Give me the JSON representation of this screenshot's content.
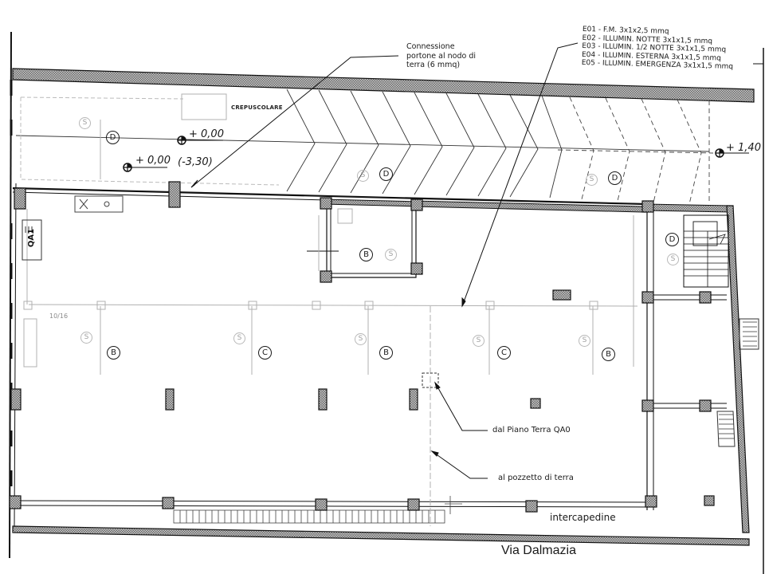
{
  "drawing": {
    "type": "electrical floor plan",
    "street_label": "Via Dalmazia",
    "cavity_label": "intercapedine",
    "twilight_sensor_label": "CREPUSCOLARE",
    "panel_label": "QA1",
    "breaker_label": "10/16",
    "colors": {
      "ink": "#1a1a1a",
      "wall_hatch": "#9a9a9a",
      "faint_lines": "#b8b8b8",
      "paper": "#ffffff"
    }
  },
  "legend": {
    "items": [
      {
        "code": "E01",
        "text": "E01 - F.M. 3x1x2,5 mmq"
      },
      {
        "code": "E02",
        "text": "E02 - ILLUMIN. NOTTE 3x1x1,5 mmq"
      },
      {
        "code": "E03",
        "text": "E03 - ILLUMIN. 1/2 NOTTE 3x1x1,5 mmq"
      },
      {
        "code": "E04",
        "text": "E04 - ILLUMIN. ESTERNA 3x1x1,5 mmq"
      },
      {
        "code": "E05",
        "text": "E05 - ILLUMIN. EMERGENZA 3x1x1,5 mmq"
      }
    ]
  },
  "callouts": {
    "connection": [
      "Connessione",
      "portone al nodo di",
      "terra (6 mmq)"
    ],
    "from_ground_floor": "dal Piano Terra QA0",
    "to_ground_pit": "al pozzetto di terra"
  },
  "elevations": {
    "entry_top": "+ 0,00",
    "entry_left": "+ 0,00",
    "entry_left_note": "(-3,30)",
    "ramp_right": "+ 1,40"
  },
  "circuit_tags": {
    "ramp": [
      "D",
      "D",
      "D"
    ],
    "stair": "D",
    "small_room": "B",
    "main_row": [
      "B",
      "C",
      "B",
      "C",
      "B"
    ],
    "switch": "S"
  }
}
